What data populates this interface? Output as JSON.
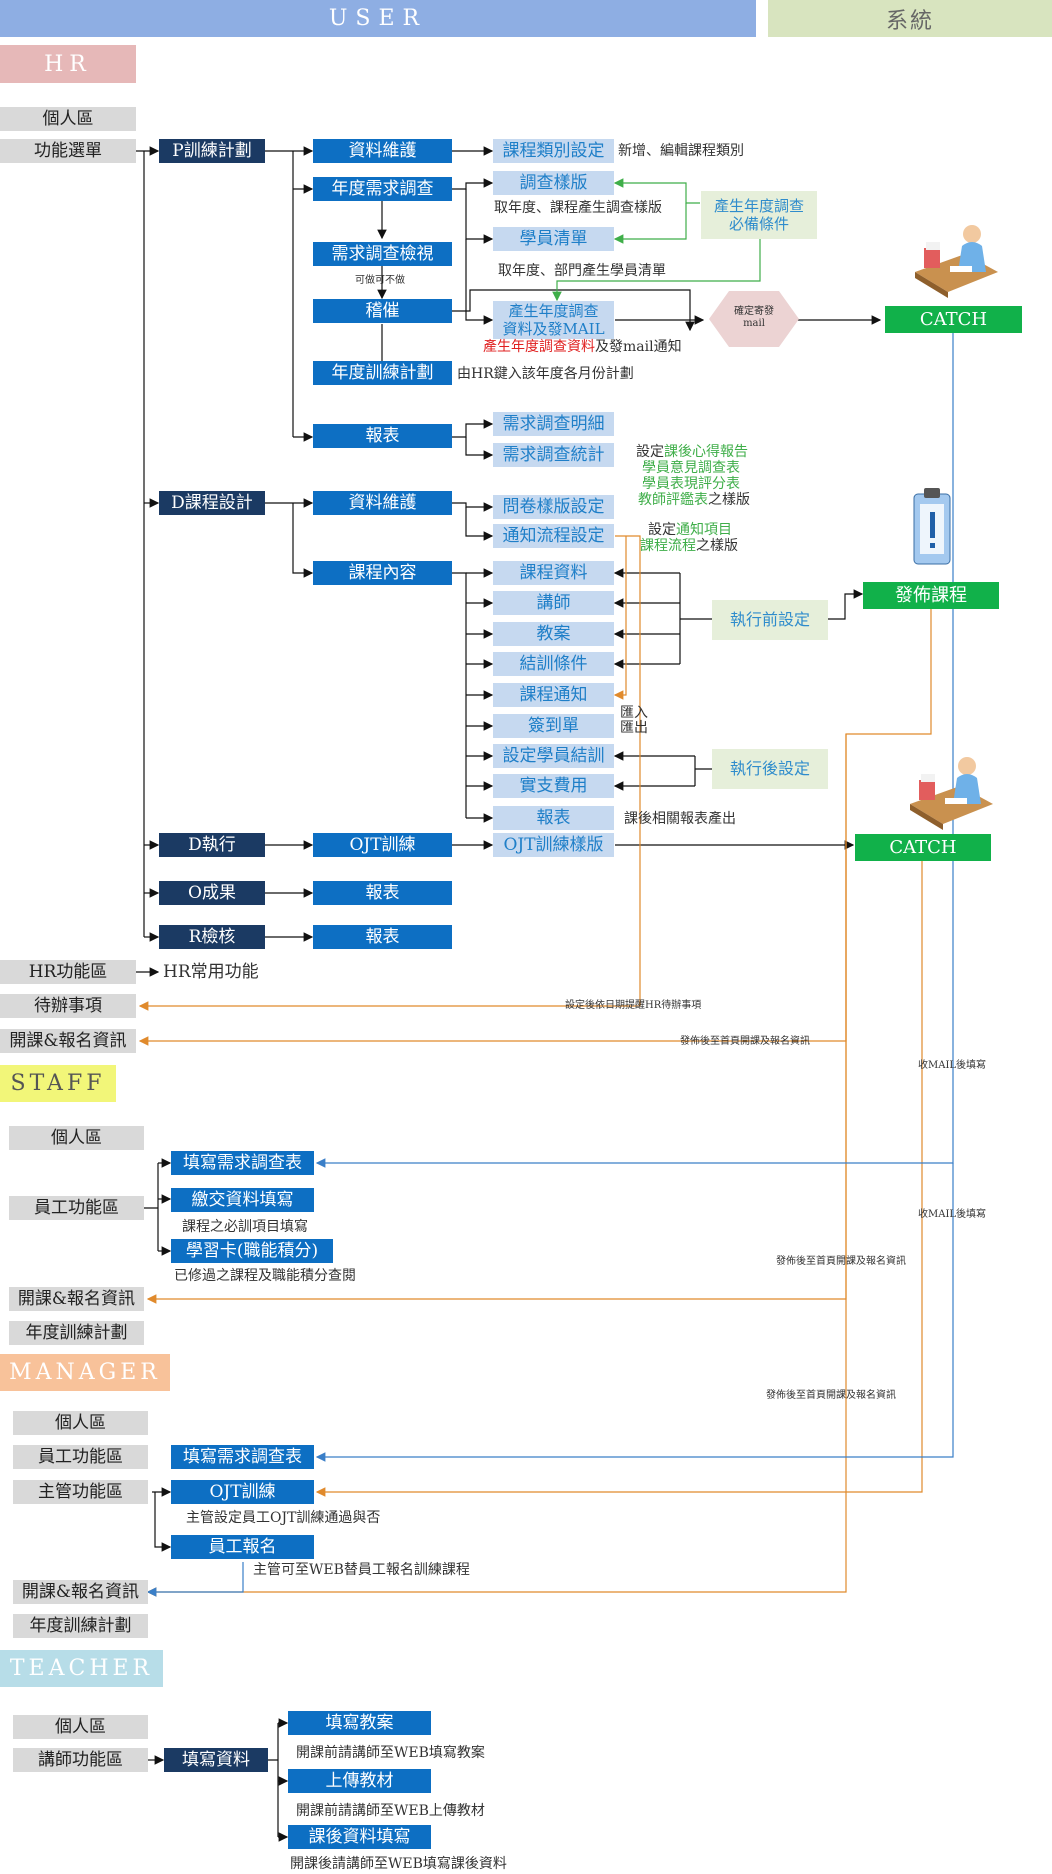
{
  "headers": {
    "user": "USER",
    "system": "系統"
  },
  "roles": {
    "hr": "HR",
    "staff": "STAFF",
    "manager": "MANAGER",
    "teacher": "TEACHER"
  },
  "hr": {
    "personal": "個人區",
    "menu": "功能選單",
    "p_plan": "P訓練計劃",
    "d_design": "D課程設計",
    "d_exec": "D執行",
    "o_result": "O成果",
    "r_check": "R檢核",
    "p_items": [
      "資料維護",
      "年度需求調查",
      "需求調查檢視",
      "稽催",
      "年度訓練計劃",
      "報表"
    ],
    "maybe": "可做可不做",
    "course_type": "課程類別設定",
    "course_type_note": "新增、編輯課程類別",
    "survey_tpl": "調查樣版",
    "survey_tpl_note": "取年度、課程產生調查樣版",
    "student_list": "學員清單",
    "student_list_note": "取年度、部門產生學員清單",
    "gen_cond": [
      "產生年度調查",
      "必備條件"
    ],
    "gen_mail": [
      "產生年度調查",
      "資料及發MAIL"
    ],
    "gen_mail_note_red": "產生年度調查資料",
    "gen_mail_note_rest": "及發mail通知",
    "confirm_send": [
      "確定寄發",
      "mail"
    ],
    "annual_plan_note": "由HR鍵入該年度各月份計劃",
    "report_detail": "需求調查明細",
    "report_stats": "需求調查統計",
    "d_items": [
      "資料維護",
      "課程內容"
    ],
    "questionnaire": "問卷樣版設定",
    "notify_flow": "通知流程設定",
    "settings_note": {
      "prefix": "設定",
      "l1": "課後心得報告",
      "l2": "學員意見調查表",
      "l3": "學員表現評分表",
      "l4": "教師評鑑表",
      "suffix": "之樣版"
    },
    "notify_note": {
      "prefix": "設定",
      "l1": "通知項目",
      "l2": "課程流程",
      "suffix": "之樣版"
    },
    "course_items": [
      "課程資料",
      "講師",
      "教案",
      "結訓條件",
      "課程通知",
      "簽到單",
      "設定學員結訓",
      "實支費用",
      "報表"
    ],
    "import_export": [
      "匯入",
      "匯出"
    ],
    "after_report_note": "課後相關報表產出",
    "pre_setting": "執行前設定",
    "post_setting": "執行後設定",
    "publish": "發佈課程",
    "catch": "CATCH",
    "ojt": "OJT訓練",
    "ojt_tpl": "OJT訓練樣版",
    "report": "報表",
    "hr_func": "HR功能區",
    "hr_common": "HR常用功能",
    "todo": "待辦事項",
    "todo_note": "設定後依日期提醒HR待辦事項",
    "open_info": "開課&報名資訊",
    "open_note": "發佈後至首頁開課及報名資訊"
  },
  "staff": {
    "personal": "個人區",
    "func": "員工功能區",
    "survey": "填寫需求調查表",
    "fill": "繳交資料填寫",
    "fill_note": "課程之必訓項目填寫",
    "card": "學習卡(職能積分)",
    "card_note": "已修過之課程及職能積分查閱",
    "open_info": "開課&報名資訊",
    "annual": "年度訓練計劃",
    "mail_note": "收MAIL後填寫",
    "open_note": "發佈後至首頁開課及報名資訊"
  },
  "manager": {
    "personal": "個人區",
    "staff_func": "員工功能區",
    "mgr_func": "主管功能區",
    "survey": "填寫需求調查表",
    "ojt": "OJT訓練",
    "ojt_note": "主管設定員工OJT訓練通過與否",
    "enroll": "員工報名",
    "enroll_note": "主管可至WEB替員工報名訓練課程",
    "open_info": "開課&報名資訊",
    "annual": "年度訓練計劃",
    "mail_note": "收MAIL後填寫",
    "open_note": "發佈後至首頁開課及報名資訊"
  },
  "teacher": {
    "personal": "個人區",
    "func": "講師功能區",
    "fill": "填寫資料",
    "lesson": "填寫教案",
    "lesson_note": "開課前請講師至WEB填寫教案",
    "upload": "上傳教材",
    "upload_note": "開課前請講師至WEB上傳教材",
    "after": "課後資料填寫",
    "after_note": "開課後請講師至WEB填寫課後資料"
  },
  "icons": [
    "person-at-desk-icon",
    "clipboard-alert-icon",
    "person-at-desk-icon"
  ],
  "colors": {
    "user_header": "#8eaee3",
    "system_header": "#d8e4bf",
    "hr": "#e6b8b8",
    "staff": "#f2f679",
    "manager": "#f8c29a",
    "teacher": "#b7dde8",
    "navy": "#1b3a63",
    "blue": "#0d6fc3",
    "light": "#c6d9f0",
    "green": "#11b14a",
    "orange": "#e08a2c",
    "line_blue": "#3a7fc8"
  }
}
